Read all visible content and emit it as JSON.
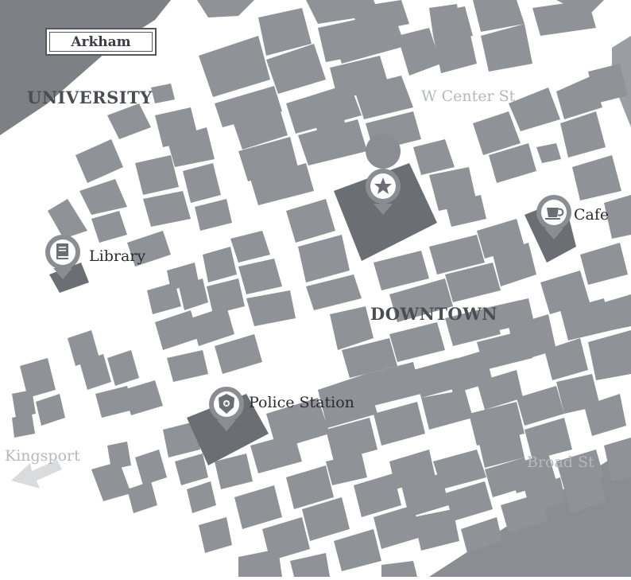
{
  "map": {
    "title": "Arkham",
    "districts": {
      "university": "UNIVERSITY",
      "downtown": "DOWNTOWN"
    },
    "streets": {
      "w_center": "W Center St",
      "broad": "Broad St",
      "kingsport": "Kingsport"
    },
    "pois": [
      {
        "id": "library",
        "label": "Library",
        "icon": "book-icon"
      },
      {
        "id": "cafe",
        "label": "Cafe",
        "icon": "coffee-cup-icon"
      },
      {
        "id": "police",
        "label": "Police Station",
        "icon": "police-badge-icon"
      },
      {
        "id": "landmark",
        "label": "",
        "icon": "star-icon"
      }
    ],
    "colors": {
      "building": "#8f9296",
      "highlight_building": "#6b6e73",
      "dark_region": "#7d8085",
      "pin": "#8a8d92",
      "street_label": "#b5b8bc",
      "district_label": "#4a4d52"
    }
  }
}
